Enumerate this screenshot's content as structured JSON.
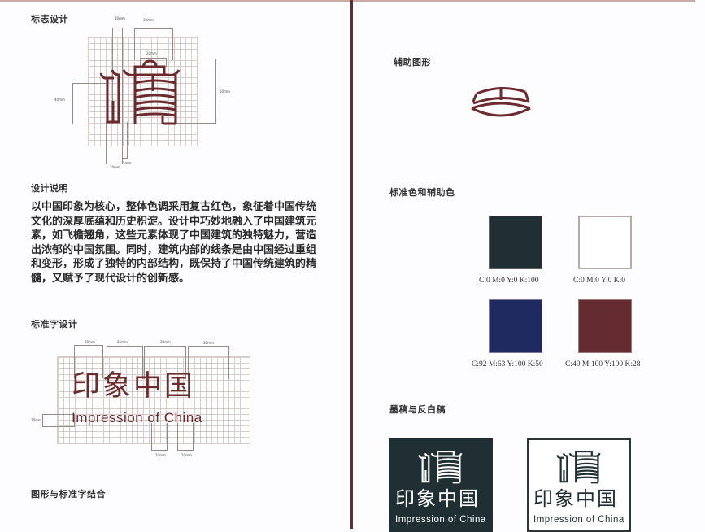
{
  "colors": {
    "brand_red": "#6b2a2e",
    "dark_green": "#1f2f33",
    "navy": "#1e2a60",
    "burgundy": "#642b30",
    "white": "#ffffff",
    "top_rule": "#c9aaa3"
  },
  "left": {
    "logo_design": {
      "title": "标志设计",
      "dims": [
        "10mm",
        "30mm",
        "20mm",
        "40mm",
        "50mm",
        "10mm",
        "5mm"
      ]
    },
    "design_notes": {
      "title": "设计说明",
      "paragraph": " 以中国印象为核心，整体色调采用复古红色，象征着中国传统文化的深厚底蕴和历史积淀。设计中巧妙地融入了中国建筑元素，如飞檐翘角，这些元素体现了中国建筑的独特魅力，营造出浓郁的中国氛围。同时，建筑内部的线条是由中国经过重组和变形，形成了独特的内部结构，既保持了中国传统建筑的精髓，又赋予了现代设计的创新感。"
    },
    "standard_type": {
      "title": "标准字设计",
      "chinese_wordmark": "印象中国",
      "english_wordmark": "Impression of China",
      "dims": [
        "20mm",
        "25mm",
        "30mm",
        "30mm",
        "10mm",
        "10mm",
        "10mm"
      ]
    },
    "combination": {
      "title": "图形与标准字结合"
    }
  },
  "right": {
    "aux_graphic": {
      "title": "辅助图形"
    },
    "colors_section": {
      "title": "标准色和辅助色",
      "swatches": [
        {
          "label": "C:0  M:0  Y:0  K:100",
          "hex": "#1f2f33"
        },
        {
          "label": "C:0  M:0  Y:0  K:0",
          "hex": "#ffffff"
        },
        {
          "label": "C:92  M:63  Y:100  K:50",
          "hex": "#1e2a60"
        },
        {
          "label": "C:49  M:100  Y:100  K:28",
          "hex": "#642b30"
        }
      ]
    },
    "mono": {
      "title": "墨稿与反白稿",
      "chinese_wordmark": "印象中国",
      "english_wordmark": "Impression  of  China"
    }
  }
}
